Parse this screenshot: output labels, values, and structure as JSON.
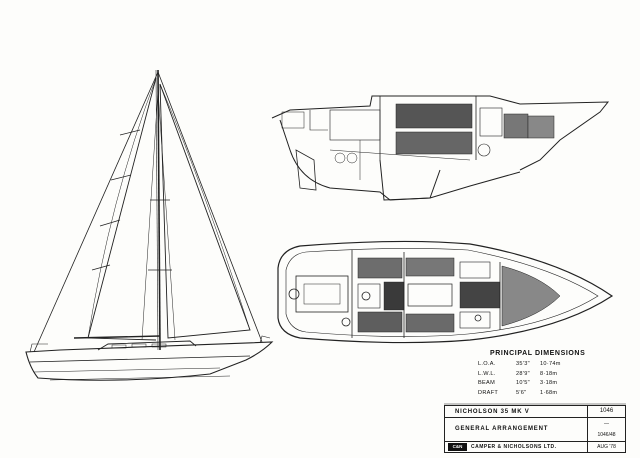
{
  "principal_dimensions": {
    "title": "PRINCIPAL  DIMENSIONS",
    "rows": [
      {
        "label": "L.O.A.",
        "feet": "35'3\"",
        "metres": "10·74m"
      },
      {
        "label": "L.W.L.",
        "feet": "28'9\"",
        "metres": "8·18m"
      },
      {
        "label": "BEAM",
        "feet": "10'5\"",
        "metres": "3·18m"
      },
      {
        "label": "DRAFT",
        "feet": "5'6\"",
        "metres": "1·68m"
      }
    ]
  },
  "title_block": {
    "vessel": "NICHOLSON  35   MK V",
    "drawing_no": "1046",
    "drawing_title": "GENERAL  ARRANGEMENT",
    "dash": "—",
    "ref": "1046/48",
    "company": "CAMPER & NICHOLSONS     LTD.",
    "logo_text": "C&N",
    "date": "AUG '78"
  }
}
